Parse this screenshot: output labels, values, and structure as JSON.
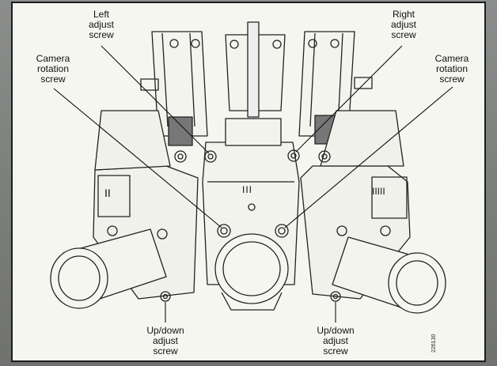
{
  "labels": {
    "left_adjust": "Left\nadjust\nscrew",
    "right_adjust": "Right\nadjust\nscrew",
    "cam_rot_left": "Camera\nrotation\nscrew",
    "cam_rot_right": "Camera\nrotation\nscrew",
    "updown_left": "Up/down\nadjust\nscrew",
    "updown_right": "Up/down\nadjust\nscrew",
    "center_mark": "III",
    "left_mark": "II",
    "right_mark": "IIIII",
    "figure_number": "226130"
  }
}
